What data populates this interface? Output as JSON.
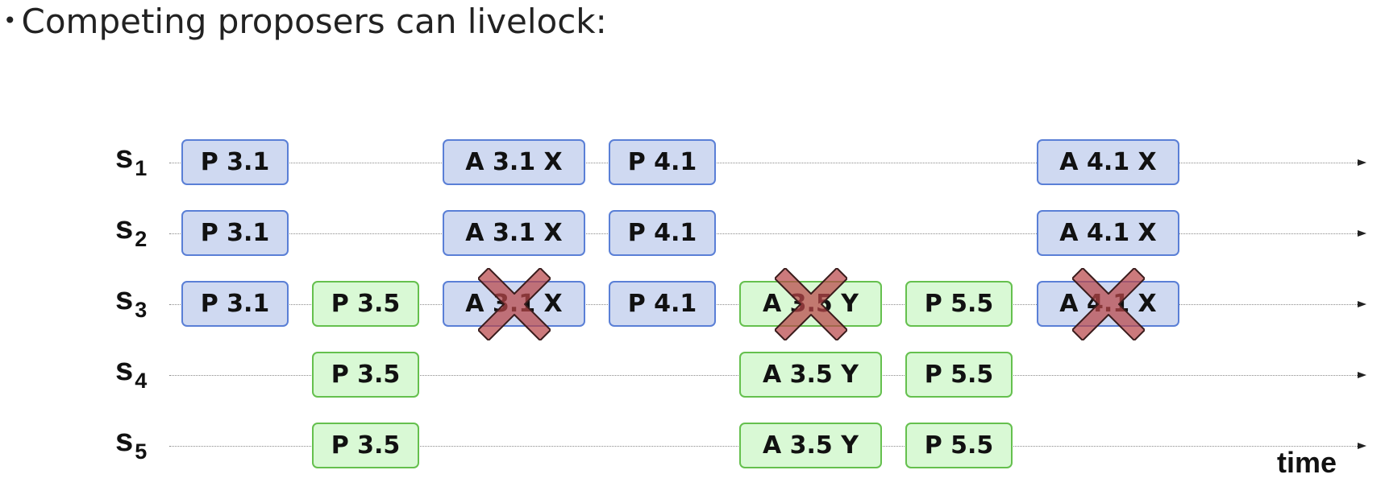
{
  "heading": {
    "bullet": "•",
    "text": "Competing proposers can livelock:"
  },
  "servers": [
    {
      "letter": "s",
      "index": "1"
    },
    {
      "letter": "s",
      "index": "2"
    },
    {
      "letter": "s",
      "index": "3"
    },
    {
      "letter": "s",
      "index": "4"
    },
    {
      "letter": "s",
      "index": "5"
    }
  ],
  "time_label": "time",
  "colors": {
    "prepare_phase_1": "#cfd9f1",
    "prepare_phase_1_border": "#5a7fd6",
    "prepare_phase_2": "#d9f9d5",
    "prepare_phase_2_border": "#65c04e",
    "rejected_cross": "#b9474a",
    "timeline": "#8a8a8a"
  },
  "messages": {
    "s1": [
      {
        "text": "P 3.1",
        "color": "blue",
        "rejected": false
      },
      {
        "text": "A 3.1 X",
        "color": "blue",
        "rejected": false
      },
      {
        "text": "P 4.1",
        "color": "blue",
        "rejected": false
      },
      {
        "text": "A 4.1 X",
        "color": "blue",
        "rejected": false
      }
    ],
    "s2": [
      {
        "text": "P 3.1",
        "color": "blue",
        "rejected": false
      },
      {
        "text": "A 3.1 X",
        "color": "blue",
        "rejected": false
      },
      {
        "text": "P 4.1",
        "color": "blue",
        "rejected": false
      },
      {
        "text": "A 4.1 X",
        "color": "blue",
        "rejected": false
      }
    ],
    "s3": [
      {
        "text": "P 3.1",
        "color": "blue",
        "rejected": false
      },
      {
        "text": "P 3.5",
        "color": "green",
        "rejected": false
      },
      {
        "text": "A 3.1 X",
        "color": "blue",
        "rejected": true
      },
      {
        "text": "P 4.1",
        "color": "blue",
        "rejected": false
      },
      {
        "text": "A 3.5 Y",
        "color": "green",
        "rejected": true
      },
      {
        "text": "P 5.5",
        "color": "green",
        "rejected": false
      },
      {
        "text": "A 4.1 X",
        "color": "blue",
        "rejected": true
      }
    ],
    "s4": [
      {
        "text": "P 3.5",
        "color": "green",
        "rejected": false
      },
      {
        "text": "A 3.5 Y",
        "color": "green",
        "rejected": false
      },
      {
        "text": "P 5.5",
        "color": "green",
        "rejected": false
      }
    ],
    "s5": [
      {
        "text": "P 3.5",
        "color": "green",
        "rejected": false
      },
      {
        "text": "A 3.5 Y",
        "color": "green",
        "rejected": false
      },
      {
        "text": "P 5.5",
        "color": "green",
        "rejected": false
      }
    ]
  }
}
